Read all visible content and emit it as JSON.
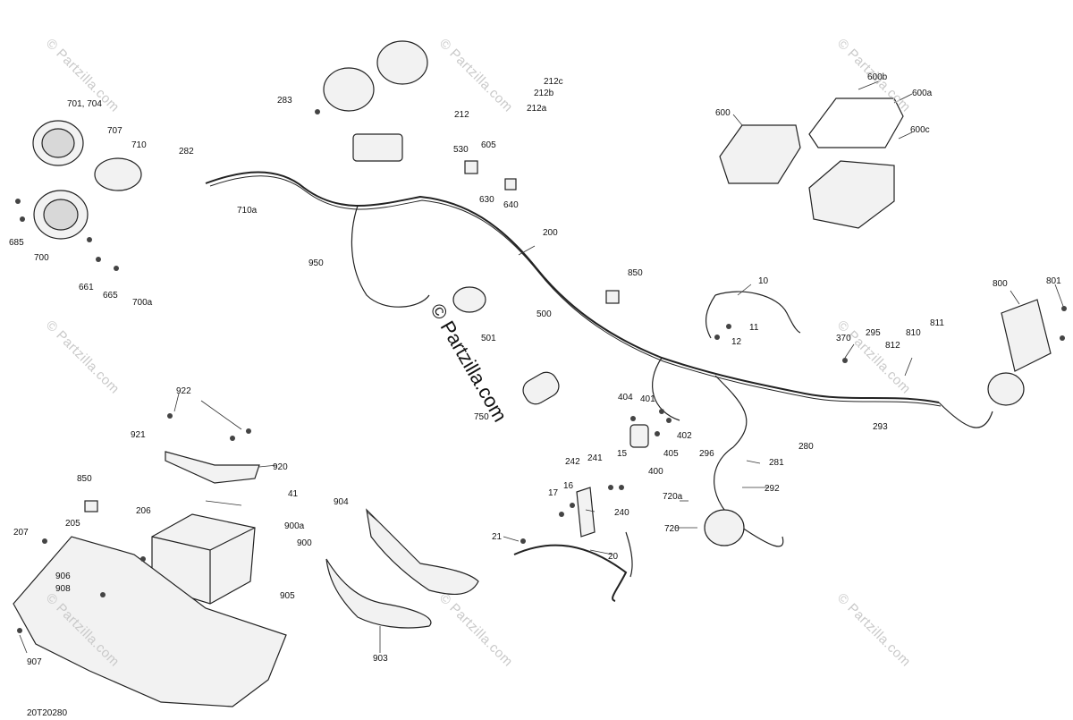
{
  "diagram_code": "20T20280",
  "watermark": "© Partzilla.com",
  "watermark_main": "© Partzilla.com",
  "labels": {
    "p701_704": "701, 704",
    "p707": "707",
    "p710": "710",
    "p282": "282",
    "p710a": "710a",
    "p685": "685",
    "p700": "700",
    "p661": "661",
    "p665": "665",
    "p700a": "700a",
    "p283": "283",
    "p950": "950",
    "p212c": "212c",
    "p212b": "212b",
    "p212a": "212a",
    "p212": "212",
    "p530": "530",
    "p605": "605",
    "p630": "630",
    "p640": "640",
    "p200": "200",
    "p600": "600",
    "p600b": "600b",
    "p600a": "600a",
    "p600c": "600c",
    "p850a": "850",
    "p10": "10",
    "p11": "11",
    "p12": "12",
    "p500": "500",
    "p501": "501",
    "p750": "750",
    "p800": "800",
    "p801": "801",
    "p811": "811",
    "p810": "810",
    "p812": "812",
    "p370": "370",
    "p295": "295",
    "p293": "293",
    "p280": "280",
    "p281": "281",
    "p292": "292",
    "p296": "296",
    "p404": "404",
    "p401": "401",
    "p402": "402",
    "p405": "405",
    "p400": "400",
    "p242": "242",
    "p241": "241",
    "p15": "15",
    "p17": "17",
    "p16": "16",
    "p240": "240",
    "p21": "21",
    "p20": "20",
    "p720a": "720a",
    "p720": "720",
    "p922": "922",
    "p921": "921",
    "p920": "920",
    "p850b": "850",
    "p41": "41",
    "p205": "205",
    "p206": "206",
    "p900a": "900a",
    "p900": "900",
    "p207": "207",
    "p906": "906",
    "p908": "908",
    "p905": "905",
    "p904": "904",
    "p903": "903",
    "p907": "907"
  }
}
